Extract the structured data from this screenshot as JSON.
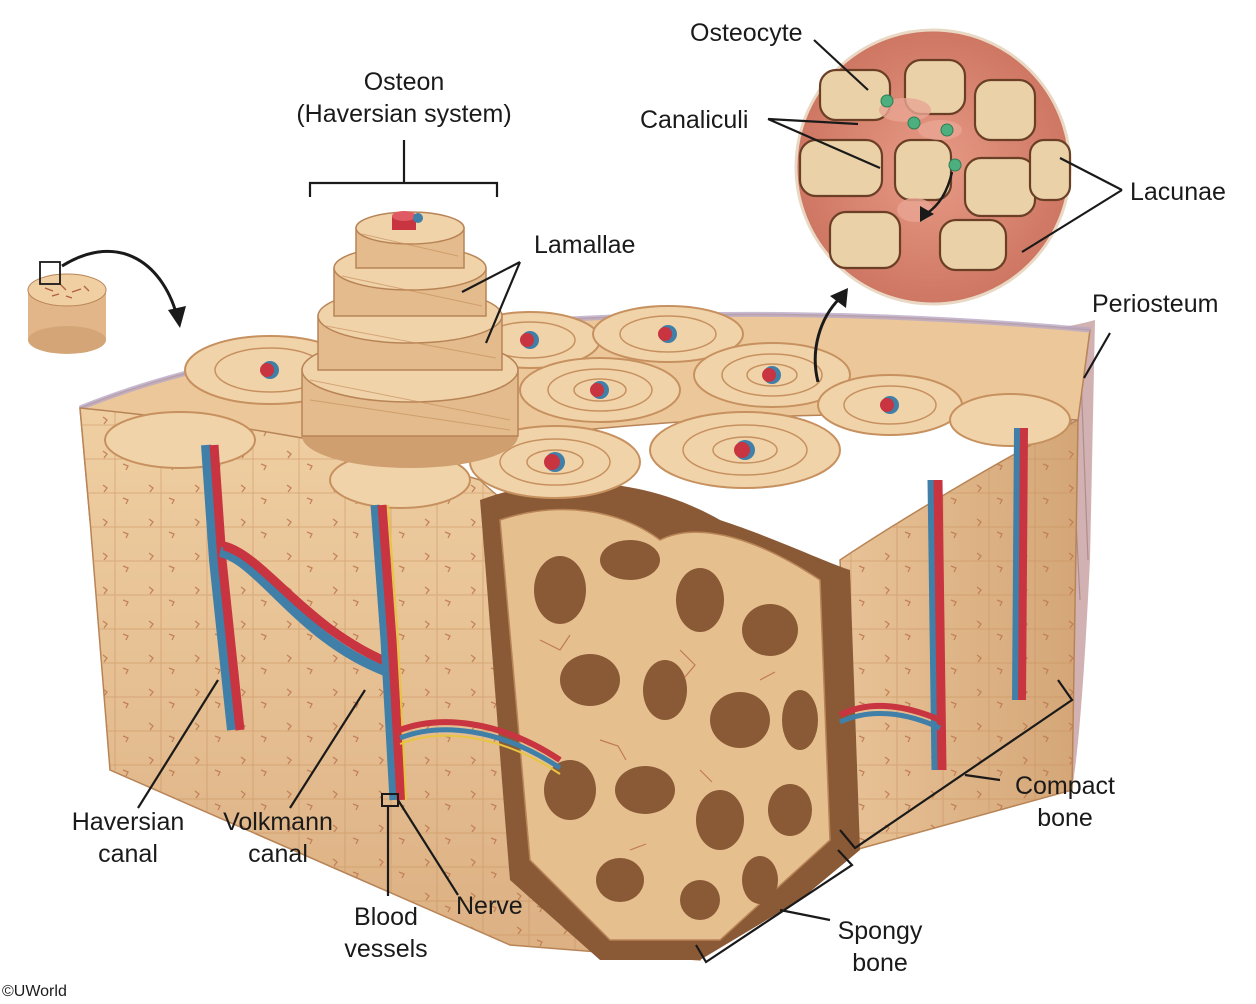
{
  "labels": {
    "osteon_line1": "Osteon",
    "osteon_line2": "(Haversian system)",
    "osteocyte": "Osteocyte",
    "canaliculi": "Canaliculi",
    "lamallae": "Lamallae",
    "lacunae": "Lacunae",
    "periosteum": "Periosteum",
    "haversian_line1": "Haversian",
    "haversian_line2": "canal",
    "volkmann_line1": "Volkmann",
    "volkmann_line2": "canal",
    "blood_line1": "Blood",
    "blood_line2": "vessels",
    "nerve": "Nerve",
    "compact_line1": "Compact",
    "compact_line2": "bone",
    "spongy_line1": "Spongy",
    "spongy_line2": "bone"
  },
  "copyright": "©UWorld",
  "colors": {
    "bone_light": "#f2d2a6",
    "bone_mid": "#e3b98a",
    "bone_dark": "#c98f5e",
    "artery": "#c8343f",
    "vein": "#3f7fa8",
    "nerve": "#e8c540",
    "periosteum": "#c9a3a3",
    "osteocyte": "#4caf7d"
  }
}
